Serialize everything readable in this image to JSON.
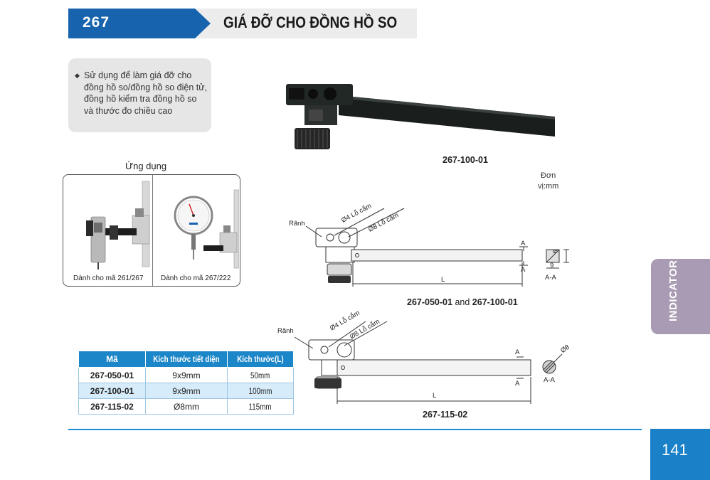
{
  "header": {
    "number": "267",
    "title": "GIÁ ĐỠ CHO ĐỒNG HỒ SO"
  },
  "description": "Sử dụng để làm giá đỡ cho đồng hồ so/đồng hồ so điện tử, đồng hồ kiểm tra đồng hồ so và thước đo chiều cao",
  "application": {
    "title": "Ứng dụng",
    "captions": [
      "Dành cho mã  261/267",
      "Dành cho mã  267/222"
    ]
  },
  "product_label": "267-100-01",
  "unit": [
    "Đơn",
    "vị:mm"
  ],
  "drawing1": {
    "groove": "Rãnh",
    "hole4": "Ø4  Lỗ cắm",
    "hole8": "Ø8 Lỗ cắm",
    "section_mark": "A",
    "length_mark": "L",
    "dim_h": "9",
    "dim_w": "9",
    "section_label": "A-A",
    "caption_a": "267-050-01",
    "caption_and": "and",
    "caption_b": "267-100-01"
  },
  "drawing2": {
    "groove": "Rãnh",
    "hole4": "Ø4  Lỗ cắm",
    "hole8": "Ø8 Lỗ cắm",
    "section_mark": "A",
    "length_mark": "L",
    "diameter": "Ø8",
    "section_label": "A-A",
    "caption": "267-115-02"
  },
  "table": {
    "headers": [
      "Mã",
      "Kích thước tiết diện",
      "Kích thước(L)"
    ],
    "rows": [
      [
        "267-050-01",
        "9x9mm",
        "50mm"
      ],
      [
        "267-100-01",
        "9x9mm",
        "100mm"
      ],
      [
        "267-115-02",
        "Ø8mm",
        "115mm"
      ]
    ]
  },
  "side_tab": "INDICATOR",
  "page_number": "141",
  "colors": {
    "brand_blue": "#1763ad",
    "table_header": "#1b86c8",
    "side_tab": "#a99bb3",
    "footer_line": "#1a8fd6"
  }
}
